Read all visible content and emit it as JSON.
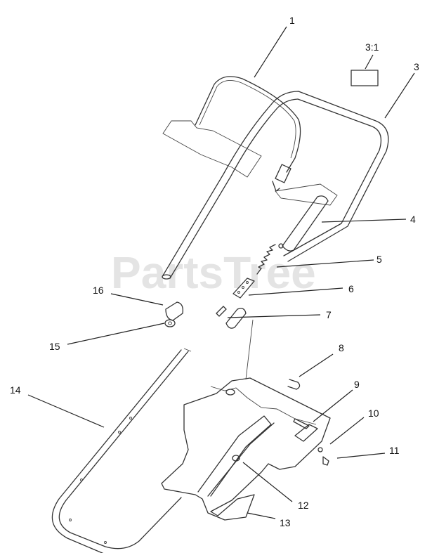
{
  "watermark": "PartsTree",
  "callouts": {
    "c1": "1",
    "c3": "3",
    "c3_1": "3:1",
    "c4": "4",
    "c5": "5",
    "c6": "6",
    "c7": "7",
    "c8": "8",
    "c9": "9",
    "c10": "10",
    "c11": "11",
    "c12": "12",
    "c13": "13",
    "c14": "14",
    "c15": "15",
    "c16": "16"
  }
}
